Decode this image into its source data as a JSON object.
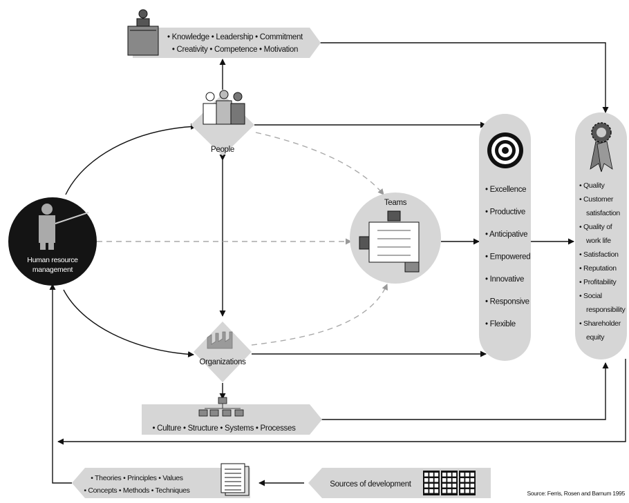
{
  "top_box": {
    "line1": "• Knowledge • Leadership • Commitment",
    "line2": "• Creativity • Competence • Motivation"
  },
  "people": {
    "label": "People"
  },
  "hrm": {
    "line1": "Human resource",
    "line2": "management"
  },
  "teams": {
    "label": "Teams"
  },
  "organizations": {
    "label": "Organizations"
  },
  "culture_box": {
    "text": "• Culture • Structure • Systems • Processes"
  },
  "outcomes": {
    "items": [
      "• Excellence",
      "• Productive",
      "• Anticipative",
      "• Empowered",
      "• Innovative",
      "• Responsive",
      "• Flexible"
    ]
  },
  "results": {
    "lines": [
      "• Quality",
      "• Customer",
      "satisfaction",
      "• Quality of",
      "work life",
      "• Satisfaction",
      "• Reputation",
      "• Profitability",
      "• Social",
      "responsibility",
      "• Shareholder",
      "equity"
    ]
  },
  "theories_box": {
    "line1": "• Theories • Principles • Values",
    "line2": "• Concepts • Methods • Techniques"
  },
  "sources": {
    "label": "Sources of development"
  },
  "source_note": "Source: Ferris, Rosen and Barnum 1995",
  "icons": [
    "presenter-icon",
    "people-group-icon",
    "target-icon",
    "award-ribbon-icon",
    "team-table-icon",
    "factory-icon",
    "org-chart-icon",
    "document-stack-icon",
    "calendar-grid-icon",
    "teacher-icon"
  ],
  "colors": {
    "panel": "#d6d6d6",
    "dark": "#111111",
    "dashed": "#aaaaaa"
  }
}
